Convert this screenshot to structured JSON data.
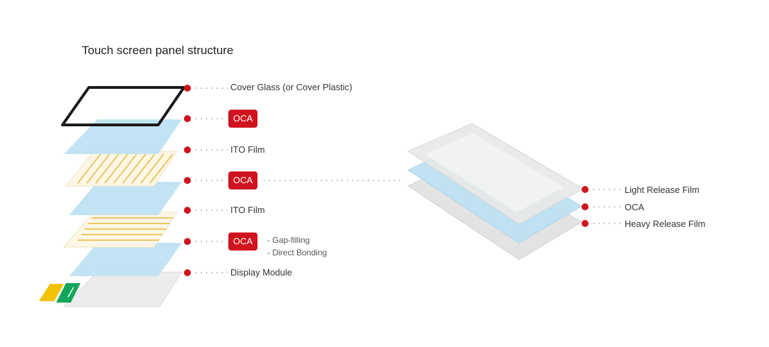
{
  "title": "Touch screen panel structure",
  "left_stack": [
    {
      "label": "Cover Glass (or Cover Plastic)",
      "badge": false
    },
    {
      "label": "OCA",
      "badge": true
    },
    {
      "label": "ITO Film",
      "badge": false
    },
    {
      "label": "OCA",
      "badge": true
    },
    {
      "label": "ITO Film",
      "badge": false
    },
    {
      "label": "OCA",
      "badge": true
    },
    {
      "label": "Display Module",
      "badge": false
    }
  ],
  "oca_notes": [
    "- Gap-filling",
    "- Direct Bonding"
  ],
  "right_stack": [
    {
      "label": "Light Release Film"
    },
    {
      "label": "OCA"
    },
    {
      "label": "Heavy Release Film"
    }
  ],
  "colors": {
    "marker": "#d0141f",
    "oca_layer": "#bfe1f3",
    "ito_stripe": "#e8c766",
    "release_film": "#e3e3e3",
    "flex_yellow": "#f2c200",
    "flex_green": "#11a65a"
  }
}
